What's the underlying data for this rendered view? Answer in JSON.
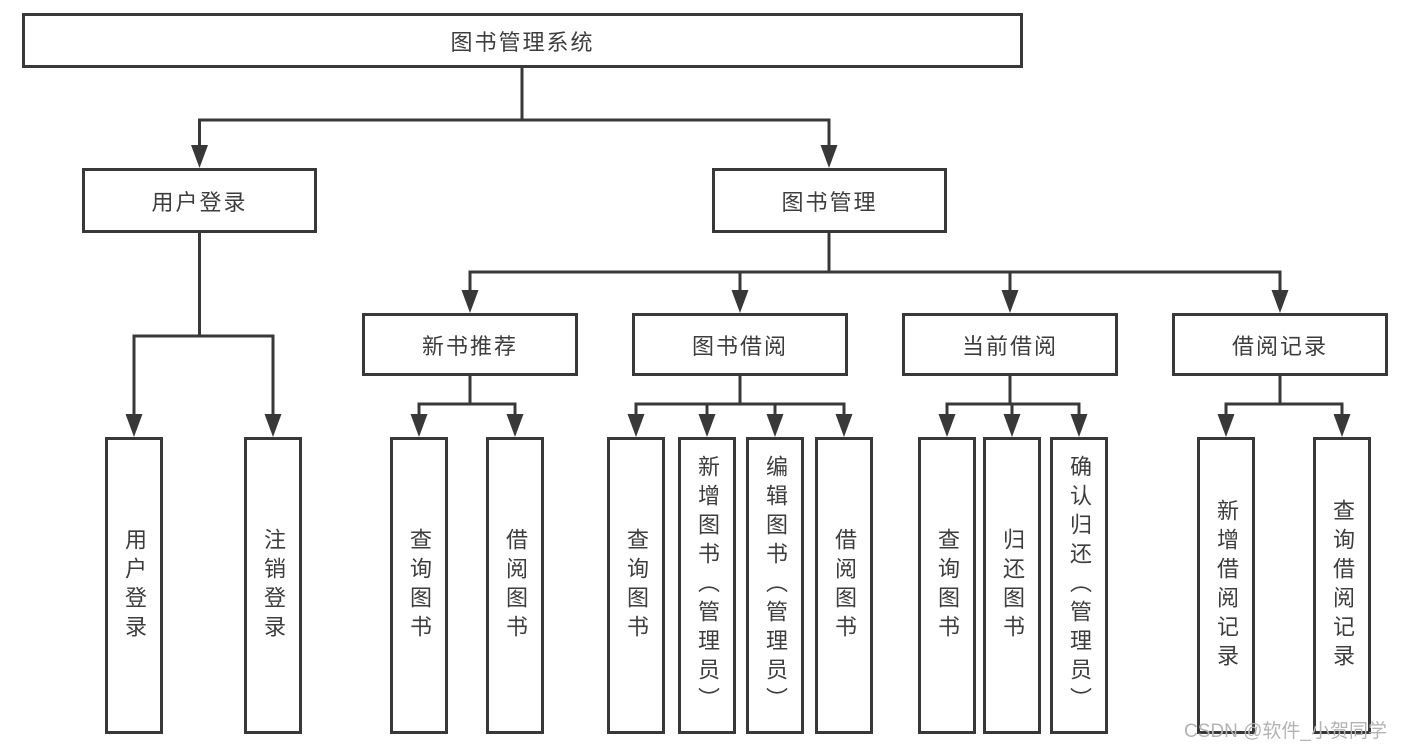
{
  "tree": {
    "label": "图书管理系统",
    "children": [
      {
        "label": "用户登录",
        "children": [
          {
            "label": "用户登录"
          },
          {
            "label": "注销登录"
          }
        ]
      },
      {
        "label": "图书管理",
        "children": [
          {
            "label": "新书推荐",
            "children": [
              {
                "label": "查询图书"
              },
              {
                "label": "借阅图书"
              }
            ]
          },
          {
            "label": "图书借阅",
            "children": [
              {
                "label": "查询图书"
              },
              {
                "label": "新增图书（管理员）"
              },
              {
                "label": "编辑图书（管理员）"
              },
              {
                "label": "借阅图书"
              }
            ]
          },
          {
            "label": "当前借阅",
            "children": [
              {
                "label": "查询图书"
              },
              {
                "label": "归还图书"
              },
              {
                "label": "确认归还（管理员）"
              }
            ]
          },
          {
            "label": "借阅记录",
            "children": [
              {
                "label": "新增借阅记录"
              },
              {
                "label": "查询借阅记录"
              }
            ]
          }
        ]
      }
    ]
  },
  "watermark": {
    "text": "CSDN @软件_小贺同学"
  },
  "colors": {
    "line": "#383838",
    "text": "#3d3d3d",
    "watermark": "#b3b3b3",
    "background": "#ffffff"
  }
}
